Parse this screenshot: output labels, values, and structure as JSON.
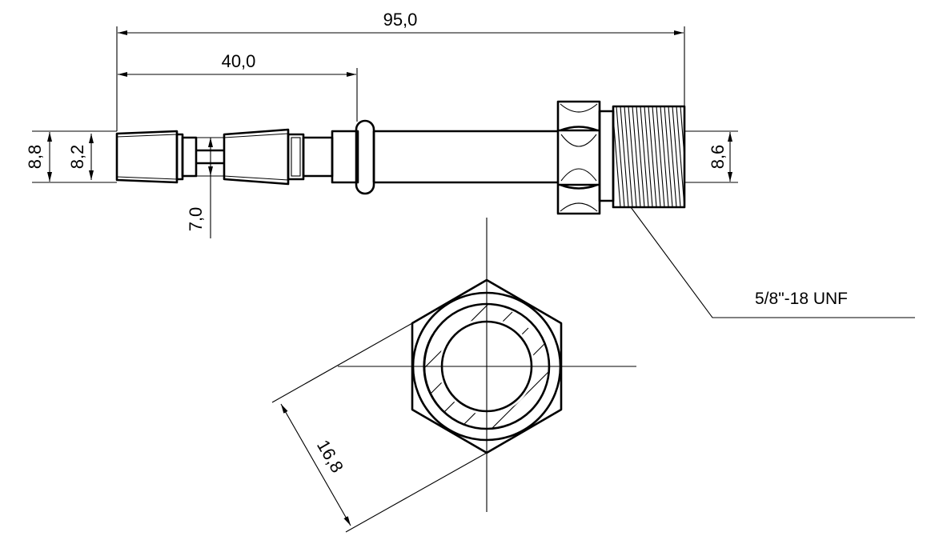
{
  "dimensions": {
    "overall_length": "95,0",
    "pipe_length": "40,0",
    "outer_diameter": "8,8",
    "inner_diameter": "8,2",
    "neck_diameter": "7,0",
    "thread_diameter": "8,6",
    "hex_across_flats": "16,8"
  },
  "callouts": {
    "thread_spec": "5/8\"-18 UNF"
  },
  "colors": {
    "line": "#000000",
    "background": "#ffffff"
  }
}
